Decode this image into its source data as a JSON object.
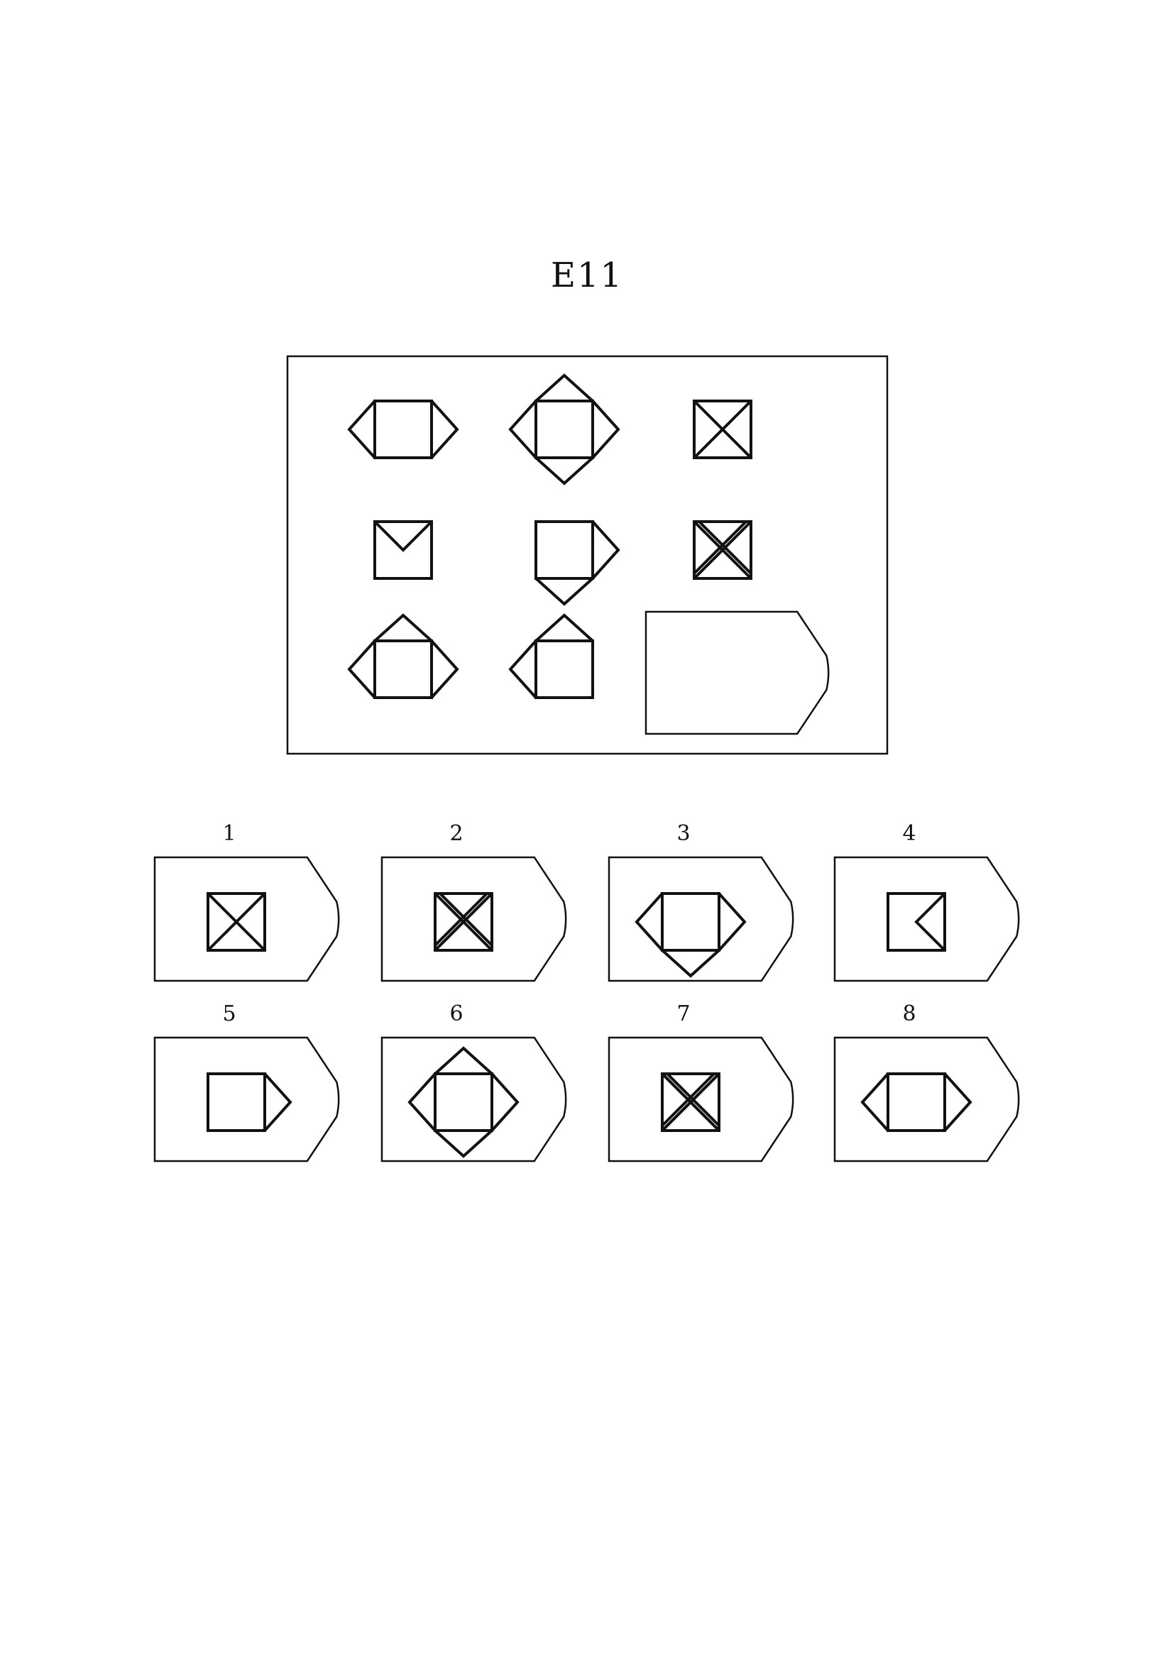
{
  "title": "E11",
  "matrix": {
    "cells": [
      {
        "square": true,
        "tri": [
          "L",
          "R"
        ]
      },
      {
        "square": true,
        "tri": [
          "T",
          "B",
          "L",
          "R"
        ]
      },
      {
        "square": true,
        "tri": [
          "iT",
          "iB"
        ]
      },
      {
        "square": true,
        "tri": [
          "iT"
        ]
      },
      {
        "square": true,
        "tri": [
          "B",
          "R"
        ]
      },
      {
        "square": true,
        "tri": [
          "iT",
          "iB",
          "diag"
        ]
      },
      {
        "square": true,
        "tri": [
          "T",
          "L",
          "R"
        ]
      },
      {
        "square": true,
        "tri": [
          "T",
          "L"
        ]
      },
      {
        "blank": true
      }
    ]
  },
  "options": [
    {
      "label": "1",
      "tri": [
        "iL",
        "iR"
      ]
    },
    {
      "label": "2",
      "tri": [
        "iT",
        "iB",
        "diag"
      ]
    },
    {
      "label": "3",
      "tri": [
        "L",
        "R",
        "B"
      ]
    },
    {
      "label": "4",
      "tri": [
        "iR"
      ]
    },
    {
      "label": "5",
      "tri": [
        "R"
      ]
    },
    {
      "label": "6",
      "tri": [
        "T",
        "B",
        "L",
        "R"
      ]
    },
    {
      "label": "7",
      "tri": [
        "iT",
        "iB",
        "iL",
        "iR",
        "diag"
      ]
    },
    {
      "label": "8",
      "tri": [
        "L",
        "R"
      ]
    }
  ]
}
